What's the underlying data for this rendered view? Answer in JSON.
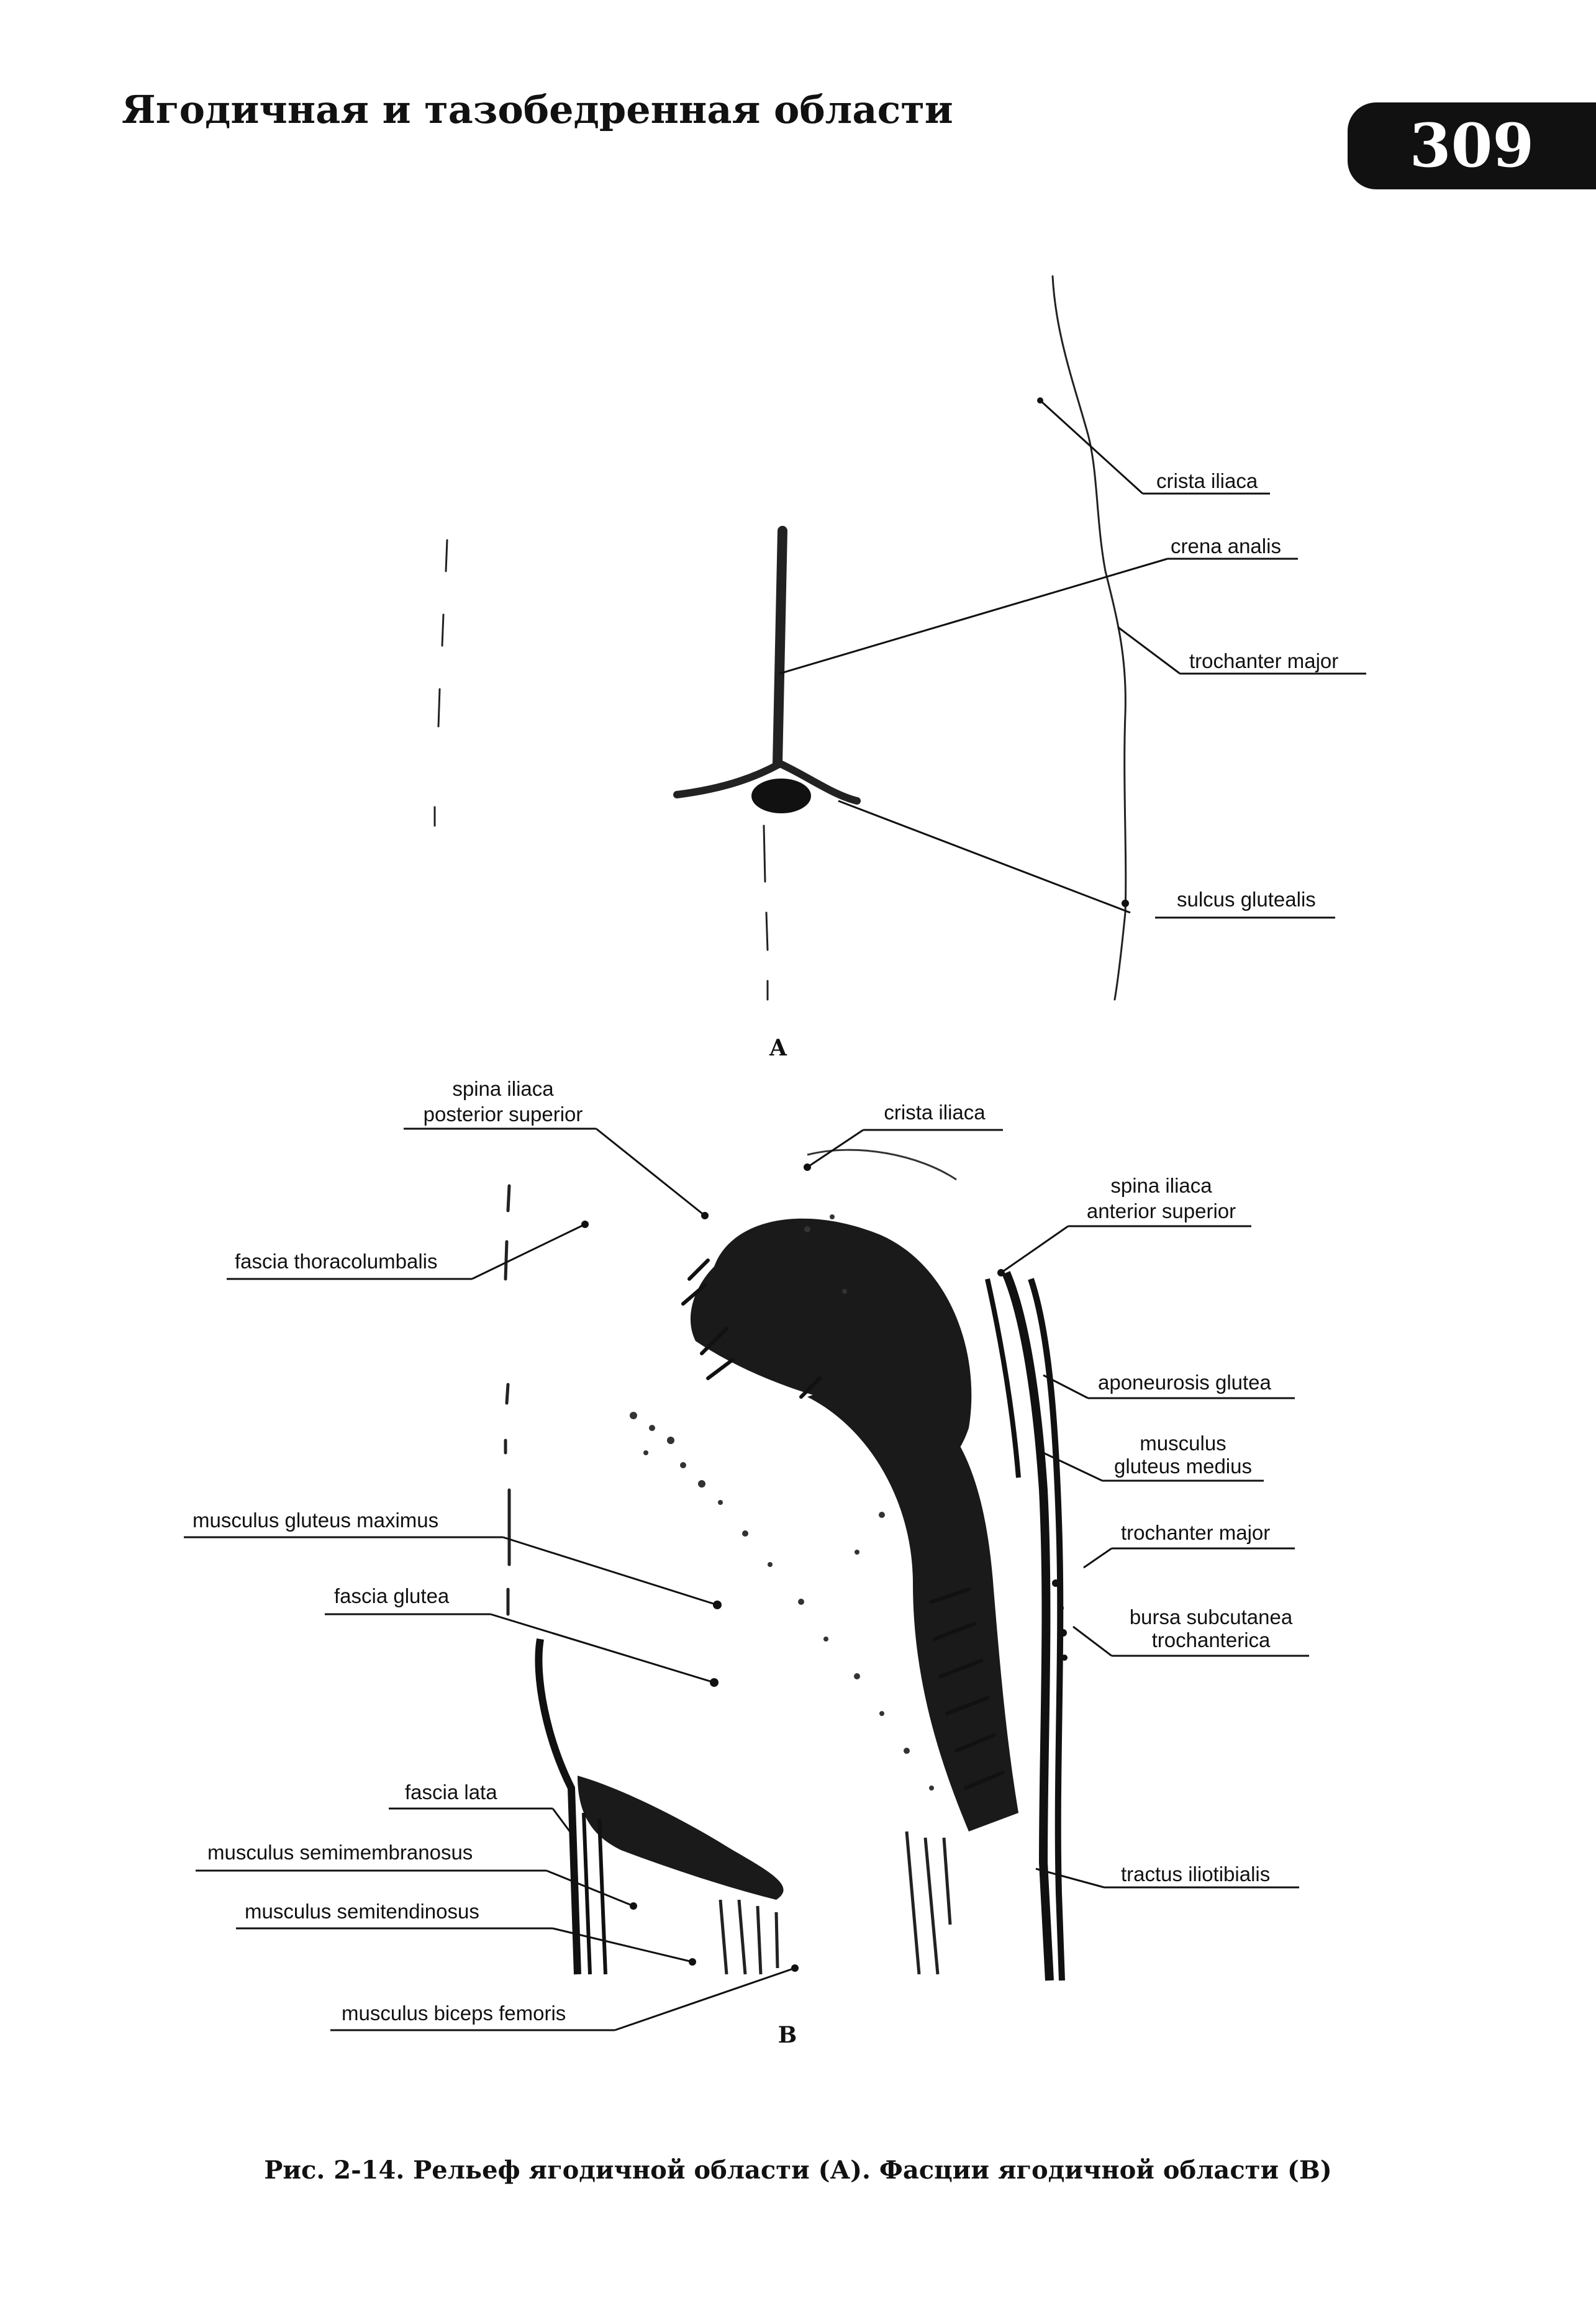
{
  "header": {
    "title": "Ягодичная и тазобедренная области",
    "page_number": "309"
  },
  "figure_a": {
    "panel_label": "А",
    "labels": {
      "crista_iliaca": "crista iliaca",
      "crena_analis": "crena analis",
      "trochanter_major": "trochanter major",
      "sulcus_glutealis": "sulcus glutealis"
    }
  },
  "figure_b": {
    "panel_label": "В",
    "labels": {
      "spina_post_1": "spina iliaca",
      "spina_post_2": "posterior superior",
      "crista_iliaca": "crista iliaca",
      "spina_ant_1": "spina iliaca",
      "spina_ant_2": "anterior superior",
      "fascia_thoracolumbalis": "fascia thoracolumbalis",
      "aponeurosis_glutea": "aponeurosis glutea",
      "gluteus_medius_1": "musculus",
      "gluteus_medius_2": "gluteus medius",
      "gluteus_maximus": "musculus gluteus maximus",
      "trochanter_major": "trochanter major",
      "fascia_glutea": "fascia glutea",
      "bursa_1": "bursa subcutanea",
      "bursa_2": "trochanterica",
      "fascia_lata": "fascia lata",
      "semimembranosus": "musculus semimembranosus",
      "tractus_iliotibialis": "tractus iliotibialis",
      "semitendinosus": "musculus semitendinosus",
      "biceps_femoris": "musculus biceps femoris"
    }
  },
  "caption": "Рис. 2-14. Рельеф ягодичной области (А). Фасции ягодичной области (В)"
}
